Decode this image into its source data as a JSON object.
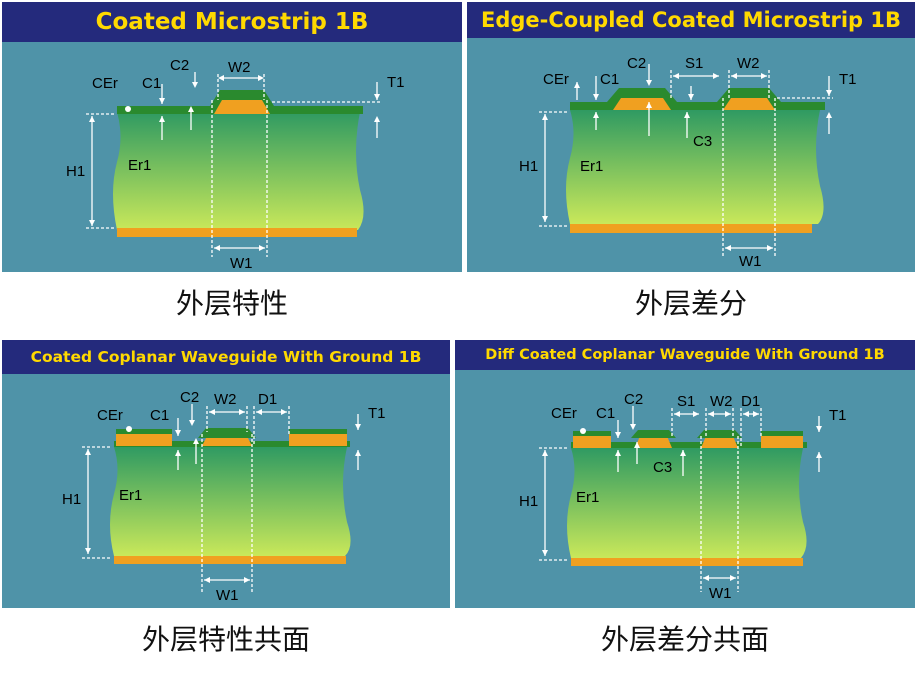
{
  "panels": [
    {
      "title": "Coated Microstrip 1B",
      "caption": "外层特性",
      "labels": {
        "cer": "CEr",
        "c1": "C1",
        "c2": "C2",
        "w2": "W2",
        "t1": "T1",
        "h1": "H1",
        "er1": "Er1",
        "w1": "W1"
      }
    },
    {
      "title": "Edge-Coupled Coated Microstrip 1B",
      "caption": "外层差分",
      "labels": {
        "cer": "CEr",
        "c1": "C1",
        "c2": "C2",
        "s1": "S1",
        "w2": "W2",
        "t1": "T1",
        "c3": "C3",
        "h1": "H1",
        "er1": "Er1",
        "w1": "W1"
      }
    },
    {
      "title": "Coated Coplanar Waveguide With Ground 1B",
      "caption": "外层特性共面",
      "labels": {
        "cer": "CEr",
        "c1": "C1",
        "c2": "C2",
        "w2": "W2",
        "d1": "D1",
        "t1": "T1",
        "h1": "H1",
        "er1": "Er1",
        "w1": "W1"
      }
    },
    {
      "title": "Diff Coated Coplanar Waveguide With Ground 1B",
      "caption": "外层差分共面",
      "labels": {
        "cer": "CEr",
        "c1": "C1",
        "c2": "C2",
        "s1": "S1",
        "w2": "W2",
        "d1": "D1",
        "t1": "T1",
        "c3": "C3",
        "h1": "H1",
        "er1": "Er1",
        "w1": "W1"
      }
    }
  ],
  "colors": {
    "background_panel": "#4f93a8",
    "title_bar": "#242a7c",
    "title_text": "#ffd900",
    "substrate_top": "#2f9a62",
    "substrate_bottom": "#c9e85a",
    "conductor": "#f0a020",
    "coating": "#2a8a2e"
  }
}
